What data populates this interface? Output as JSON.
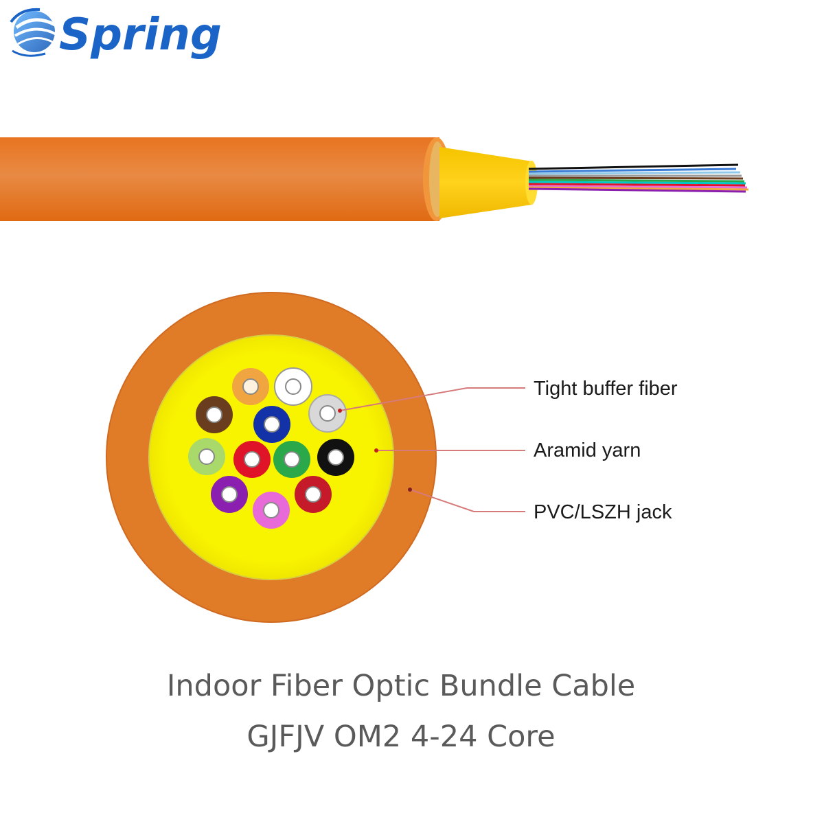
{
  "brand": {
    "name": "Spring",
    "logo_icon": "globe-swirl-icon",
    "color": "#1a64c8"
  },
  "callouts": [
    {
      "label": "Tight buffer fiber"
    },
    {
      "label": "Aramid yarn"
    },
    {
      "label": "PVC/LSZH jack"
    }
  ],
  "caption": {
    "line1": "Indoor Fiber Optic Bundle Cable",
    "line2": "GJFJV OM2 4-24 Core"
  },
  "colors": {
    "jacket": "#e07b28",
    "aramid_yarn": "#f7f200",
    "callout_line": "#d77a7a",
    "fibers": [
      "#f0a540",
      "#ffffff",
      "#d8d8d8",
      "#6b3d1f",
      "#1432a8",
      "#a8d96a",
      "#e01428",
      "#2aa84a",
      "#111111",
      "#8a1fb0",
      "#e86ad8",
      "#c41a2a"
    ]
  }
}
